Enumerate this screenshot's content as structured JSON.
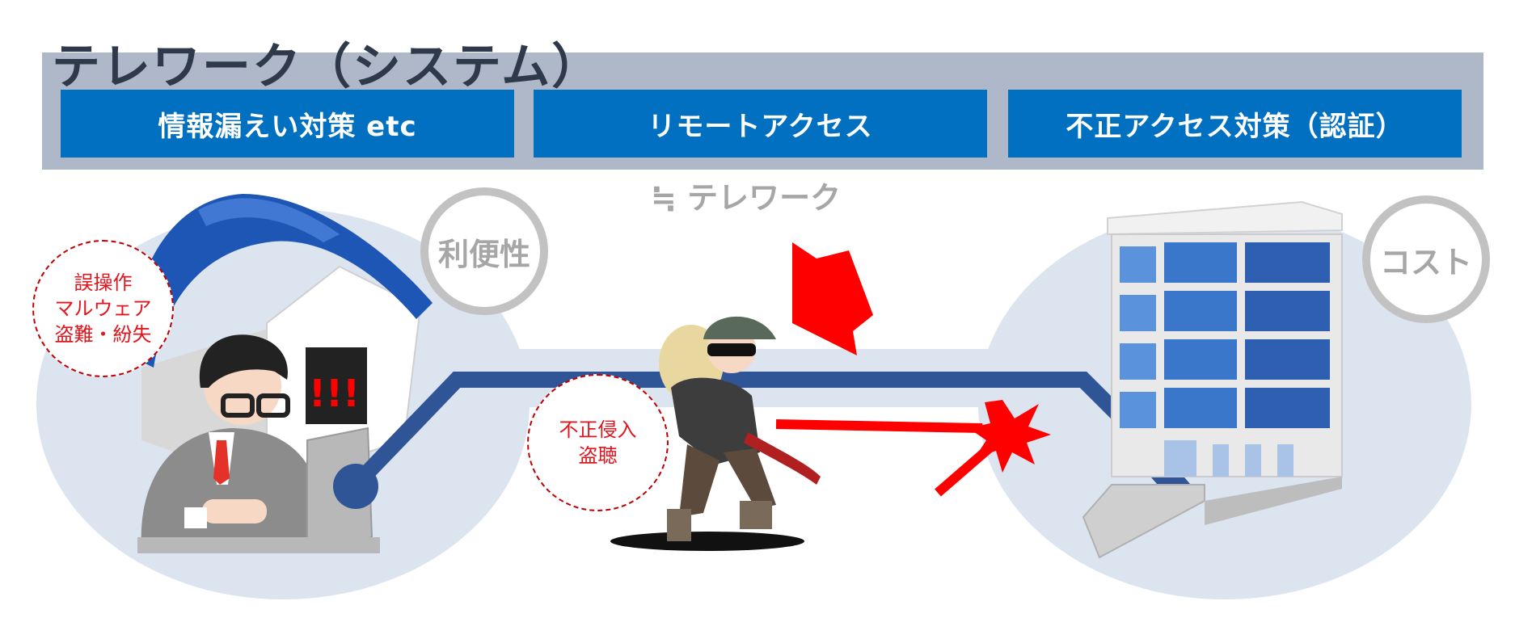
{
  "title": "テレワーク（システム）",
  "boxes": [
    "情報漏えい対策 etc",
    "リモートアクセス",
    "不正アクセス対策（認証）"
  ],
  "subtitle": "≒ テレワーク",
  "rings": {
    "convenience": "利便性",
    "cost": "コスト"
  },
  "risk_home": [
    "誤操作",
    "マルウェア",
    "盗難・紛失"
  ],
  "risk_network": [
    "不正侵入",
    "盗聴"
  ],
  "alert_mark": "!!!",
  "colors": {
    "band": "#aeb8c8",
    "box": "#0170c1",
    "path": "#2f5597",
    "bubble": "#dce4f0",
    "threat": "#ff0000",
    "ring": "#c2c2c2"
  }
}
